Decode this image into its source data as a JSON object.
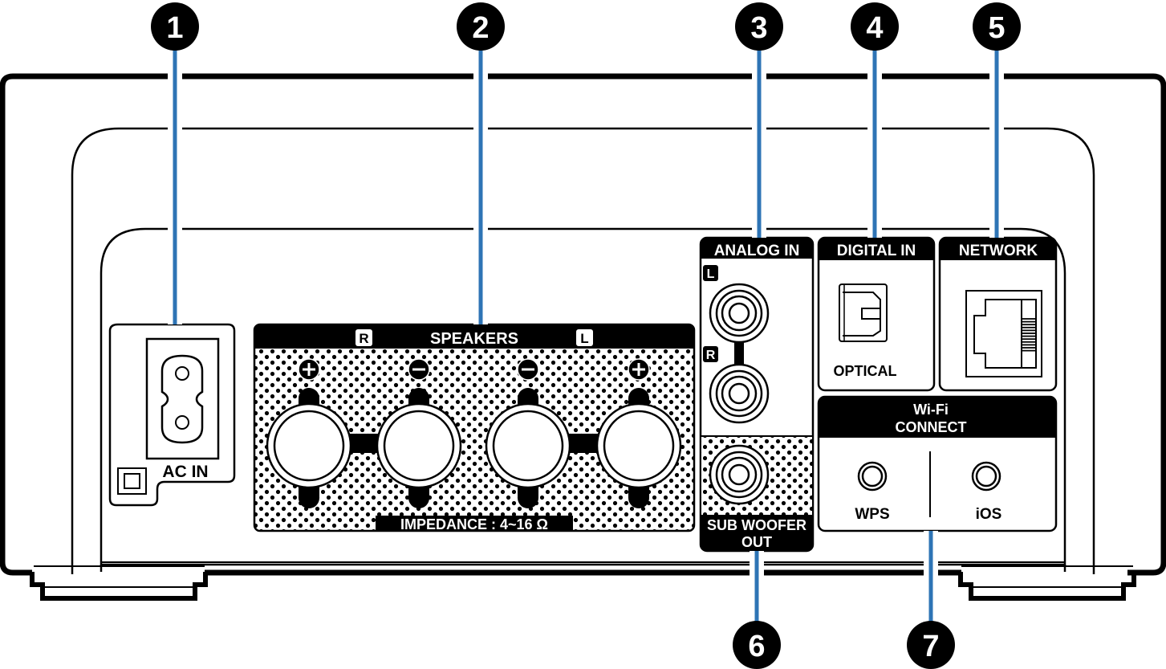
{
  "diagram": {
    "title": "Rear panel connectors",
    "callout_color": "#2e74b5",
    "callouts": [
      {
        "number": "1",
        "target": "AC IN"
      },
      {
        "number": "2",
        "target": "SPEAKERS"
      },
      {
        "number": "3",
        "target": "ANALOG IN"
      },
      {
        "number": "4",
        "target": "DIGITAL IN"
      },
      {
        "number": "5",
        "target": "NETWORK"
      },
      {
        "number": "6",
        "target": "SUB WOOFER OUT"
      },
      {
        "number": "7",
        "target": "Wi-Fi CONNECT"
      }
    ],
    "ac_in": {
      "label": "AC IN",
      "class_icon": "double-square-icon"
    },
    "speakers": {
      "header": "SPEAKERS",
      "right_badge": "R",
      "left_badge": "L",
      "terminals": [
        {
          "polarity": "+",
          "channel": "R"
        },
        {
          "polarity": "−",
          "channel": "R"
        },
        {
          "polarity": "−",
          "channel": "L"
        },
        {
          "polarity": "+",
          "channel": "L"
        }
      ],
      "impedance": "IMPEDANCE : 4~16 Ω"
    },
    "analog_in": {
      "header": "ANALOG IN",
      "left_badge": "L",
      "right_badge": "R"
    },
    "subwoofer": {
      "line1": "SUB WOOFER",
      "line2": "OUT"
    },
    "digital_in": {
      "header": "DIGITAL IN",
      "port_label": "OPTICAL"
    },
    "network": {
      "header": "NETWORK"
    },
    "wifi_connect": {
      "line1": "Wi-Fi",
      "line2": "CONNECT",
      "buttons": [
        {
          "label": "WPS"
        },
        {
          "label": "iOS"
        }
      ]
    }
  }
}
